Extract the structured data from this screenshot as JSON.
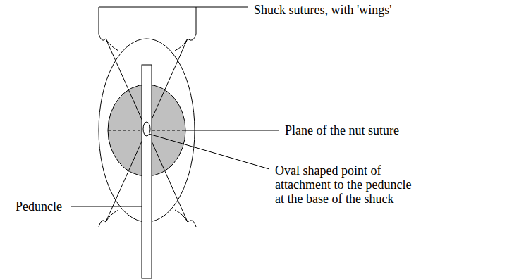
{
  "diagram": {
    "labels": [
      "Shuck sutures, with 'wings'",
      "Plane of the nut suture",
      "Oval shaped point of attachment to the peduncle at the base of the shuck",
      "Peduncle"
    ]
  }
}
